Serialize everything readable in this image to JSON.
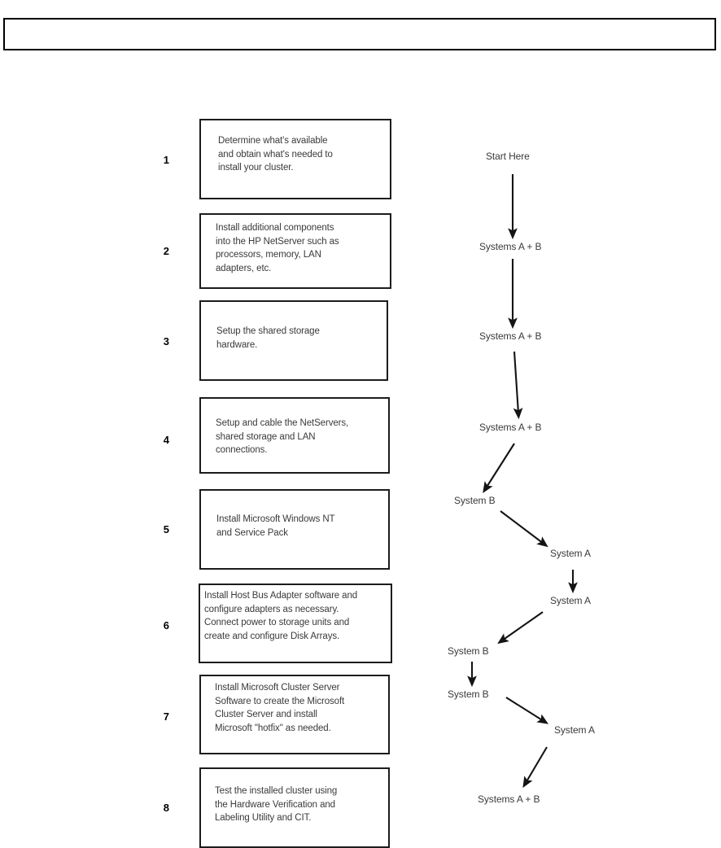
{
  "header": {
    "title": ""
  },
  "diagram": {
    "title": "",
    "steps": [
      {
        "number": "1",
        "text": "Determine what's available\nand obtain what's needed to\ninstall your cluster."
      },
      {
        "number": "2",
        "text": "Install additional components\ninto the HP NetServer such as\nprocessors, memory, LAN\nadapters, etc."
      },
      {
        "number": "3",
        "text": "Setup the shared storage\nhardware."
      },
      {
        "number": "4",
        "text": "Setup and cable the NetServers,\nshared storage and LAN\nconnections."
      },
      {
        "number": "5",
        "text": "Install Microsoft Windows NT\nand Service Pack"
      },
      {
        "number": "6",
        "text": "Install Host Bus Adapter software and\nconfigure adapters as necessary.\nConnect power to storage units and\ncreate and configure Disk Arrays."
      },
      {
        "number": "7",
        "text": "Install Microsoft Cluster Server\nSoftware to create the Microsoft\nCluster Server and install\nMicrosoft \"hotfix\" as needed."
      },
      {
        "number": "8",
        "text": "Test the installed cluster using\nthe Hardware Verification and\nLabeling Utility and CIT."
      }
    ],
    "flow_labels": [
      {
        "text": "Start Here"
      },
      {
        "text": "Systems A + B"
      },
      {
        "text": "Systems A + B"
      },
      {
        "text": "Systems A + B"
      },
      {
        "text": "System B"
      },
      {
        "text": "System A"
      },
      {
        "text": "System A"
      },
      {
        "text": "System B"
      },
      {
        "text": "System B"
      },
      {
        "text": "System A"
      },
      {
        "text": "Systems A + B"
      }
    ]
  },
  "colors": {
    "ink": "#1c1c1c",
    "text": "#3a3a3a",
    "arrow": "#141414",
    "page": "#ffffff"
  }
}
